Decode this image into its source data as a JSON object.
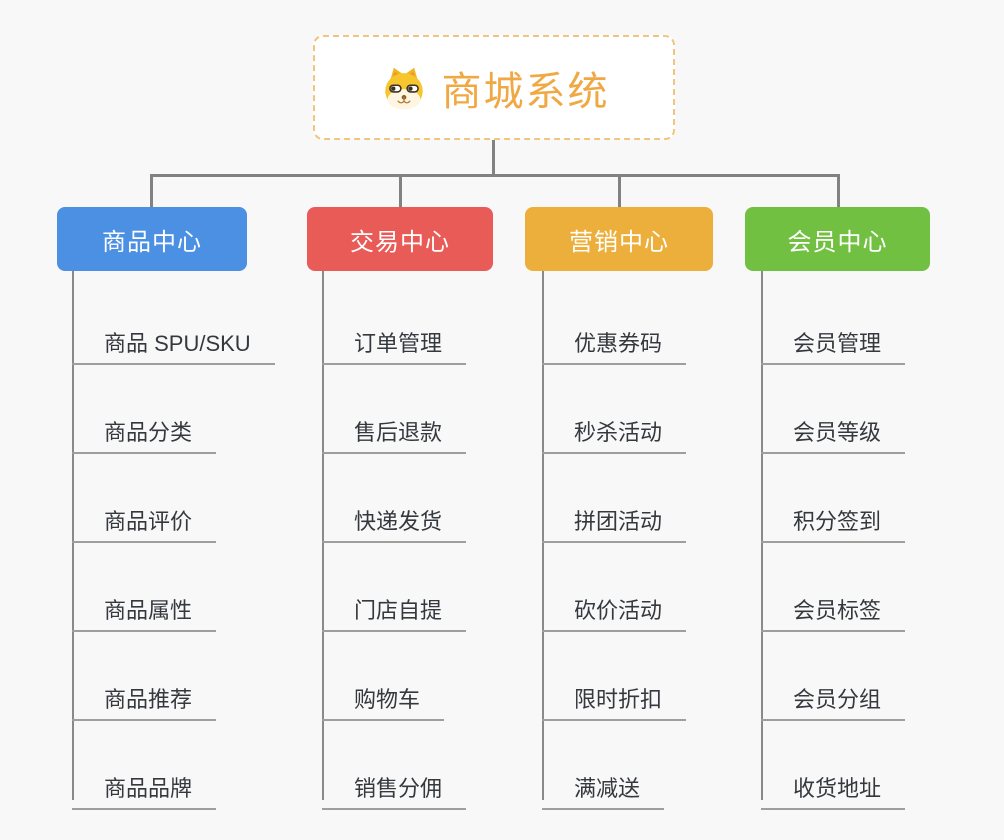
{
  "root": {
    "label": "商城系统",
    "text_color": "#F0A843",
    "border_color": "#F2C57F",
    "icon": "dog-icon"
  },
  "connector_color": "#828282",
  "branches": [
    {
      "label": "商品中心",
      "color": "#4B90E2",
      "items": [
        "商品 SPU/SKU",
        "商品分类",
        "商品评价",
        "商品属性",
        "商品推荐",
        "商品品牌"
      ]
    },
    {
      "label": "交易中心",
      "color": "#E85B56",
      "items": [
        "订单管理",
        "售后退款",
        "快递发货",
        "门店自提",
        "购物车",
        "销售分佣"
      ]
    },
    {
      "label": "营销中心",
      "color": "#EDAF3B",
      "items": [
        "优惠券码",
        "秒杀活动",
        "拼团活动",
        "砍价活动",
        "限时折扣",
        "满减送"
      ]
    },
    {
      "label": "会员中心",
      "color": "#72C041",
      "items": [
        "会员管理",
        "会员等级",
        "积分签到",
        "会员标签",
        "会员分组",
        "收货地址"
      ]
    }
  ]
}
